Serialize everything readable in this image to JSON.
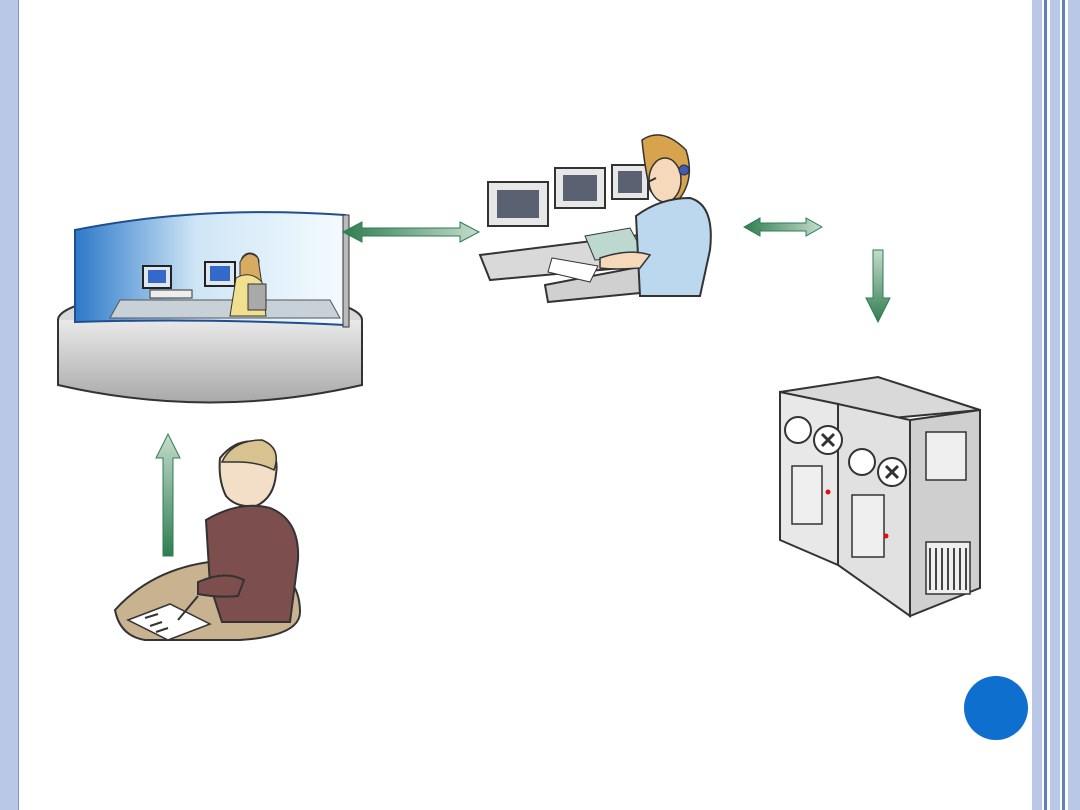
{
  "slide": {
    "nodes": [
      {
        "id": "control-room",
        "icon": "control-room-icon"
      },
      {
        "id": "operator",
        "icon": "headset-operator-icon"
      },
      {
        "id": "mainframe",
        "icon": "tape-mainframe-icon"
      },
      {
        "id": "user",
        "icon": "writing-user-icon"
      }
    ],
    "edges": [
      {
        "from": "control-room",
        "to": "operator",
        "type": "bidirectional"
      },
      {
        "from": "operator",
        "to": "mainframe",
        "type": "bidirectional"
      },
      {
        "from": "operator",
        "to": "mainframe",
        "type": "down"
      },
      {
        "from": "user",
        "to": "control-room",
        "type": "up"
      }
    ],
    "colors": {
      "arrow_dark": "#2f7d52",
      "arrow_light": "#c6dccd",
      "frame": "#b8c8e6",
      "accent_circle": "#0f6fce"
    }
  }
}
